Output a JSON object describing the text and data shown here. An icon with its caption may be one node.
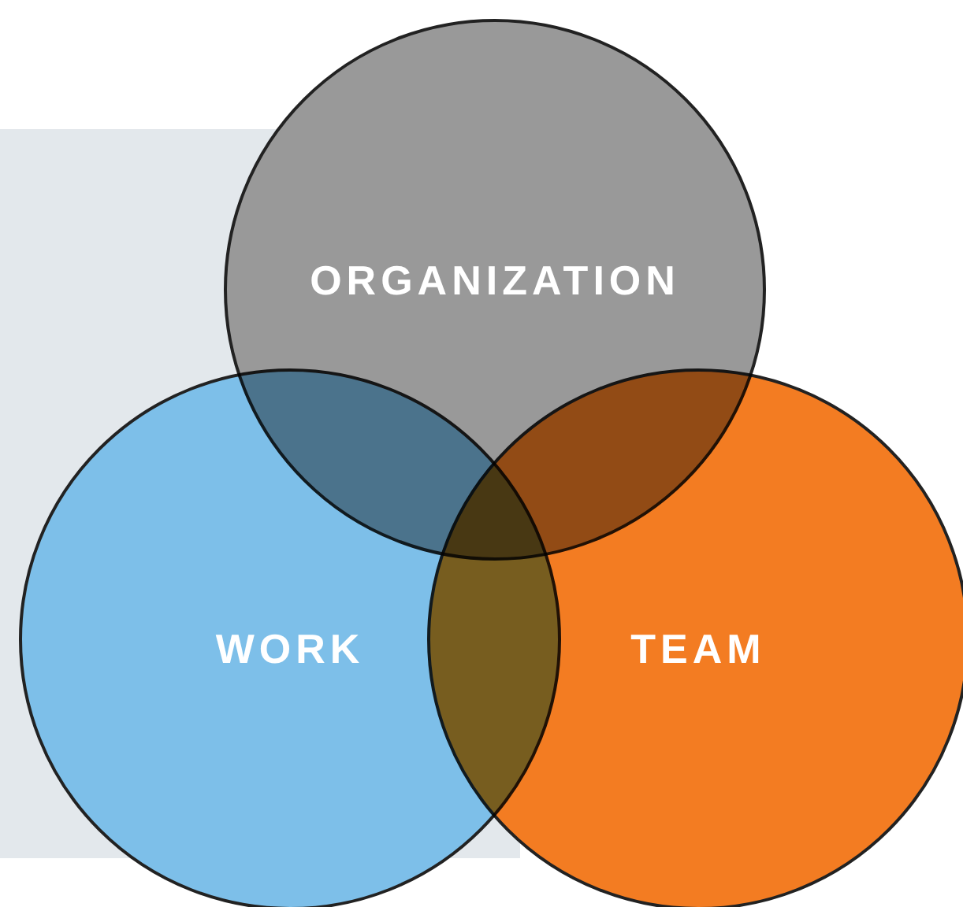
{
  "diagram": {
    "nodes": [
      {
        "text": [
          "ORGANIZATION"
        ]
      },
      {
        "text": [
          "WORK"
        ]
      },
      {
        "text": [
          "TEAM"
        ]
      }
    ]
  }
}
